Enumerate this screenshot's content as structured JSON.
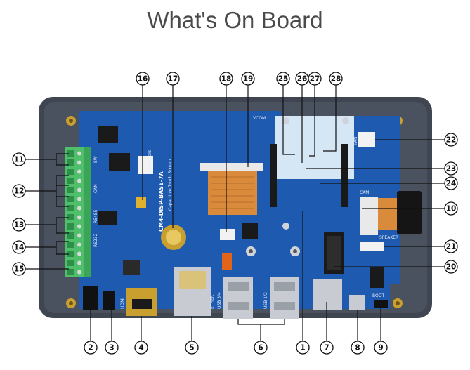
{
  "title": "What's On Board",
  "board": {
    "model_label": "CM4-DISP-BASE-7A",
    "subtitle_label": "Capacitive Touch Screen",
    "logo_text": "Waveshare",
    "usb_label_a": "USB 3/4",
    "usb_label_b": "USB 1/2",
    "eth_label": "ETHER",
    "hdmi_label": "HDMI",
    "boot_label": "BOOT",
    "cam_label": "CAM",
    "fan_label": "FAN",
    "speaker_label": "SPEAKER",
    "vcom_label": "VCOM",
    "header_labels": [
      "SW",
      "CAN",
      "RS485",
      "RS232"
    ]
  },
  "callouts": {
    "top": [
      "16",
      "17",
      "18",
      "19",
      "25",
      "26",
      "27",
      "28"
    ],
    "left": [
      "11",
      "12",
      "13",
      "14",
      "15"
    ],
    "right": [
      "22",
      "23",
      "24",
      "10",
      "21",
      "20"
    ],
    "bottom": [
      "2",
      "3",
      "4",
      "5",
      "6",
      "1",
      "7",
      "8",
      "9"
    ]
  },
  "colors": {
    "frame": "#3f4652",
    "pcb": "#1e5bb0",
    "panel_light": "#d5e6f5",
    "terminal_green": "#4fbf6b",
    "fpc_orange": "#d98a3a",
    "gold": "#c9a030",
    "metal": "#c8ccd2"
  }
}
